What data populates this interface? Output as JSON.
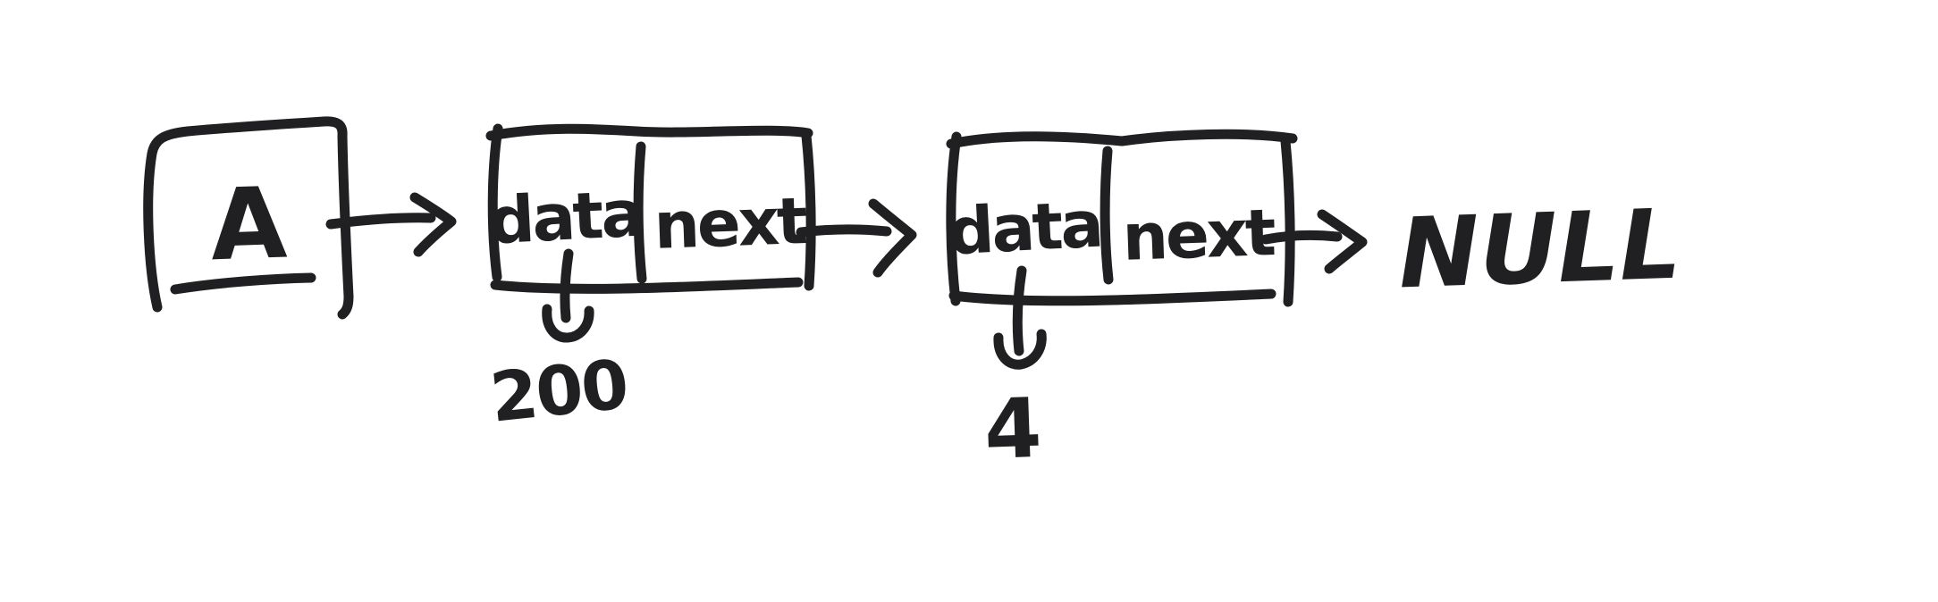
{
  "diagram": {
    "kind": "linked-list-sketch",
    "paper_color": "#ffffff",
    "ink_color": "#202022",
    "head": {
      "label": "A"
    },
    "nodes": [
      {
        "fields": [
          "data",
          "next"
        ],
        "value": "200"
      },
      {
        "fields": [
          "data",
          "next"
        ],
        "value": "4"
      }
    ],
    "terminator": "NULL"
  }
}
